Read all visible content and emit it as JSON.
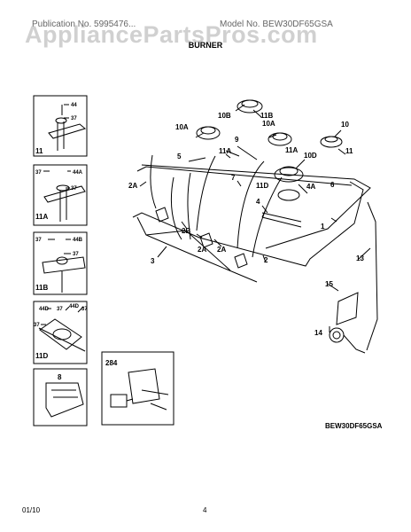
{
  "header": {
    "left": "Publication No. 5995476...",
    "right": "Model No. BEW30DF65GSA",
    "watermark": "AppliancePartsPros.com"
  },
  "title": "BURNER",
  "model_code": "BEW30DF65GSA",
  "footer": {
    "date": "01/10",
    "page": "4"
  },
  "callouts": {
    "c1": "1",
    "c2": "2",
    "c3": "3",
    "c4": "4",
    "c5": "5",
    "c6": "6",
    "c7": "7",
    "c8": "8",
    "c9": "9",
    "c10": "10",
    "c10a": "10A",
    "c10b": "10B",
    "c10d": "10D",
    "c11": "11",
    "c11a": "11A",
    "c11b": "11B",
    "c11d": "11D",
    "c13": "13",
    "c14": "14",
    "c15": "15",
    "c2a": "2A",
    "c2b": "2B",
    "c4a": "4A",
    "c37": "37",
    "c44": "44",
    "c44a": "44A",
    "c44b": "44B",
    "c44d": "44D",
    "c284": "284"
  }
}
